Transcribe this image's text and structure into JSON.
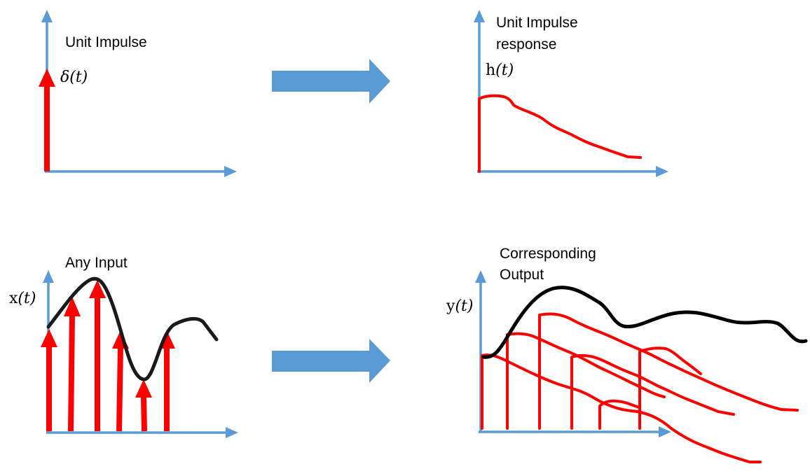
{
  "colors": {
    "axis": "#5B9BD5",
    "arrow_block": "#5B9BD5",
    "impulse": "#FF0000",
    "curve": "#1A1A1A"
  },
  "panels": {
    "unit_impulse": {
      "title": "Unit Impulse",
      "symbol": "δ",
      "arg": "(t)"
    },
    "impulse_response": {
      "title_line1": "Unit Impulse",
      "title_line2": "response",
      "symbol": "h",
      "arg": "(t)"
    },
    "any_input": {
      "title": "Any Input",
      "symbol": "x",
      "arg": "(t)"
    },
    "corresponding_output": {
      "title_line1": "Corresponding",
      "title_line2": "Output",
      "symbol": "y",
      "arg": "(t)"
    }
  }
}
